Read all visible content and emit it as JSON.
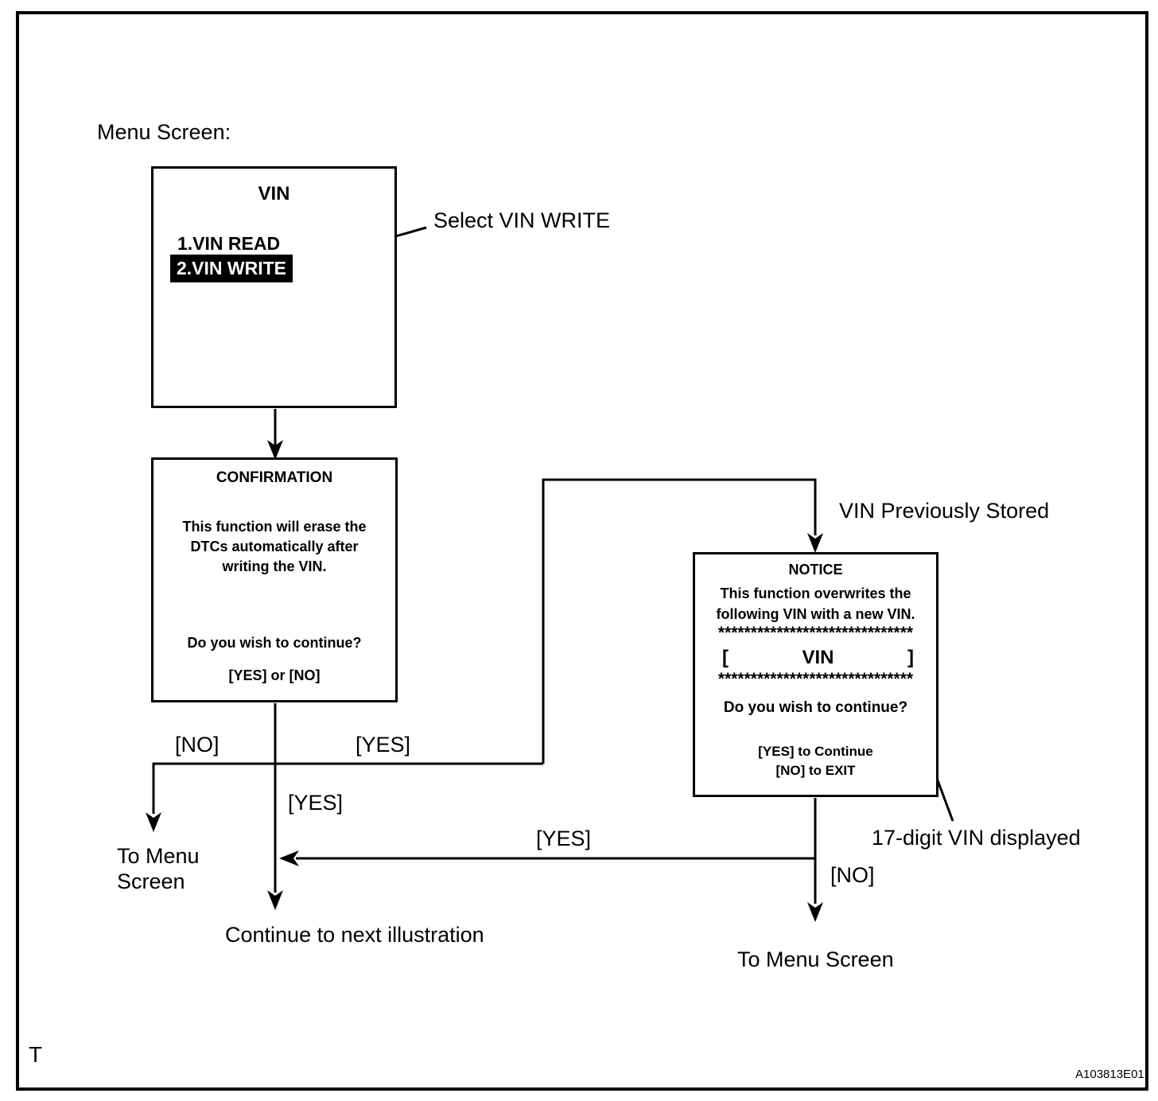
{
  "figure": {
    "top_label": "Menu Screen:",
    "corner_letter": "T",
    "figure_id": "A103813E01",
    "line_color": "#000000",
    "background_color": "#ffffff"
  },
  "menu_screen": {
    "title": "VIN",
    "items": [
      {
        "label": "1.VIN READ",
        "highlighted": false
      },
      {
        "label": "2.VIN WRITE",
        "highlighted": true
      }
    ]
  },
  "confirmation_screen": {
    "title": "CONFIRMATION",
    "body_lines": [
      "This function will erase the",
      "DTCs automatically after",
      "writing the VIN."
    ],
    "question": "Do you wish to continue?",
    "options": "[YES] or [NO]"
  },
  "notice_screen": {
    "title": "NOTICE",
    "body_lines": [
      "This function overwrites the",
      "following VIN with a new VIN."
    ],
    "separator": "******************************",
    "vin_row": {
      "open_bracket": "[",
      "value": "VIN",
      "close_bracket": "]"
    },
    "question": "Do you wish to continue?",
    "option_yes": "[YES] to Continue",
    "option_no": "[NO] to EXIT"
  },
  "annotations": {
    "select_vin_write": "Select VIN WRITE",
    "vin_previously_stored": "VIN Previously Stored",
    "seventeen_digit_vin": "17-digit VIN displayed",
    "to_menu_left_line1": "To Menu",
    "to_menu_left_line2": "Screen",
    "continue_next": "Continue to next illustration",
    "to_menu_right": "To Menu Screen"
  },
  "flow_labels": {
    "confirmation_no": "[NO]",
    "confirmation_yes_right": "[YES]",
    "confirmation_yes_down": "[YES]",
    "notice_yes_return": "[YES]",
    "notice_no_down": "[NO]"
  }
}
